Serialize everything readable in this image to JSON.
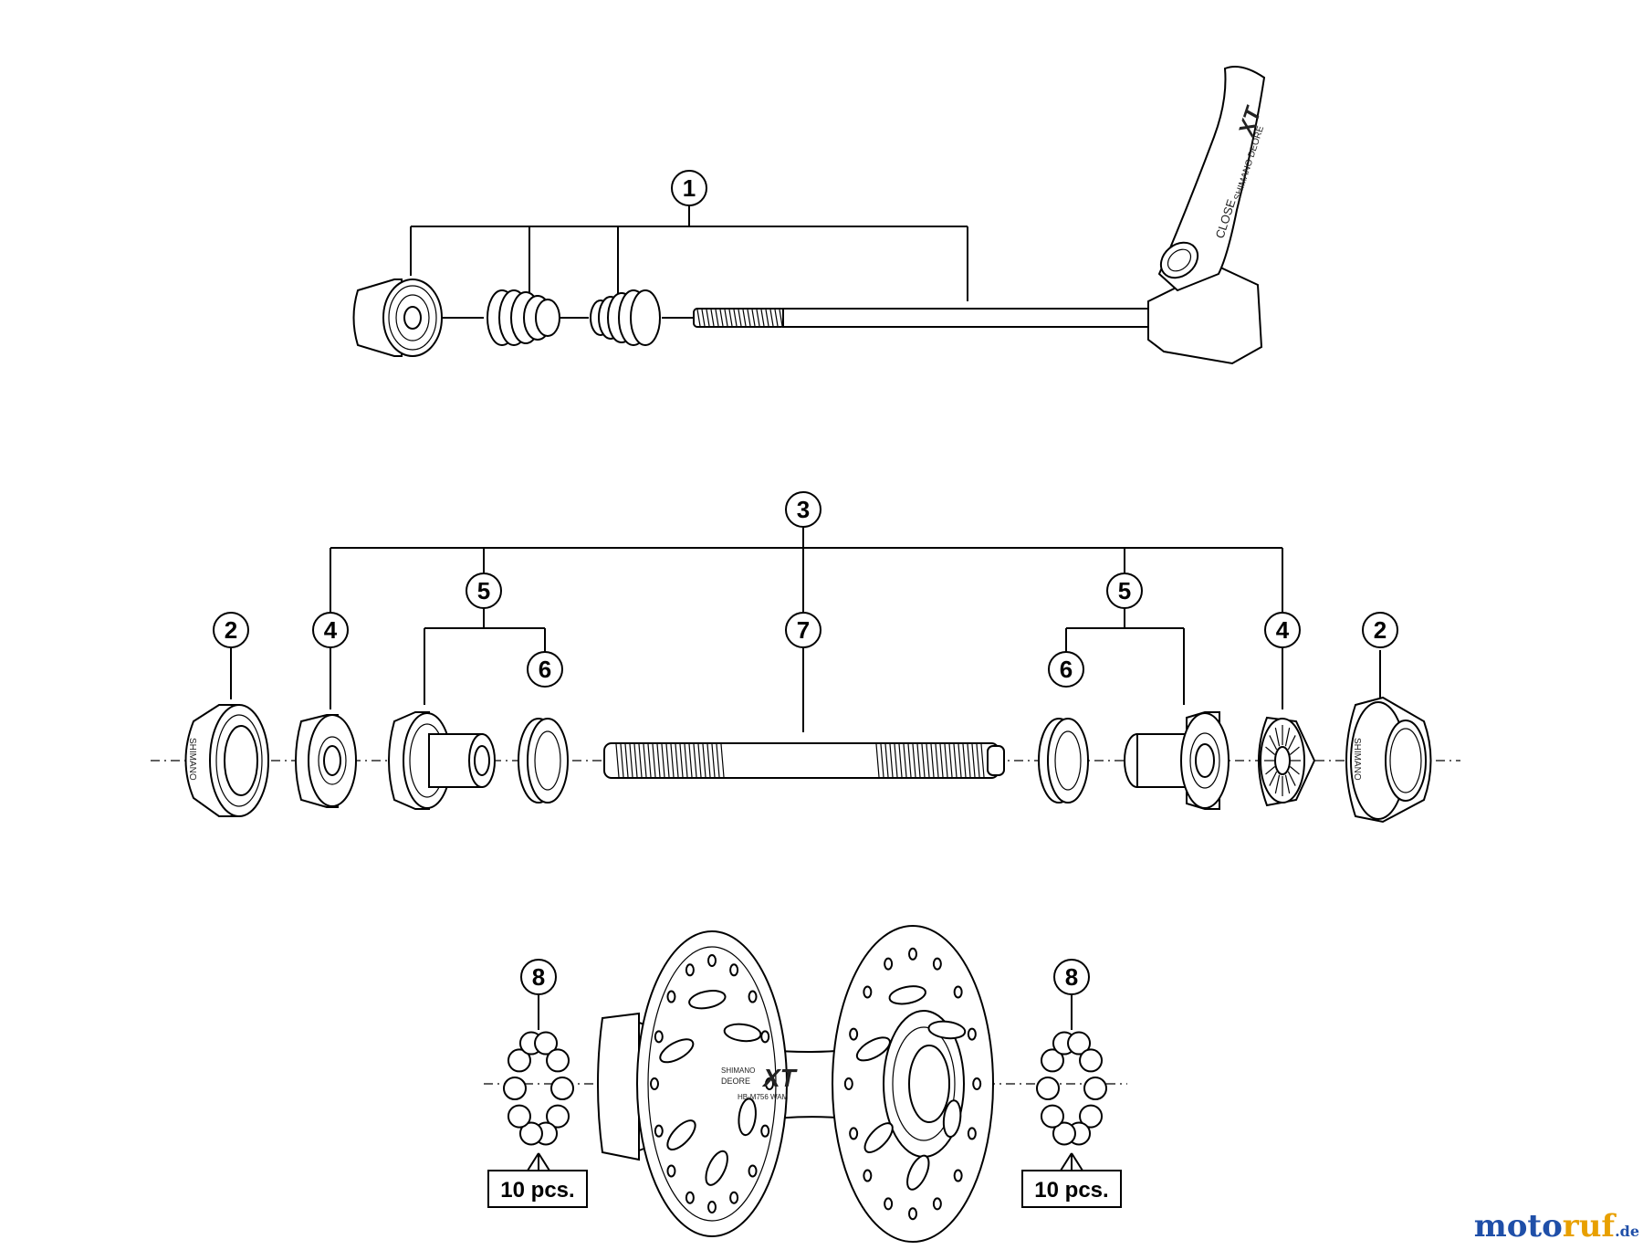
{
  "callouts": {
    "c1": "1",
    "c2a": "2",
    "c2b": "2",
    "c3": "3",
    "c4a": "4",
    "c4b": "4",
    "c5a": "5",
    "c5b": "5",
    "c6a": "6",
    "c6b": "6",
    "c7": "7",
    "c8a": "8",
    "c8b": "8"
  },
  "pcs_labels": {
    "left": "10 pcs.",
    "right": "10 pcs."
  },
  "lever_text": {
    "close": "CLOSE",
    "brand": "SHIMANO DEORE",
    "model": "XT"
  },
  "hub_text": {
    "brand": "SHIMANO",
    "series": "DEORE",
    "model": "XT",
    "code": "HB-M756 WAM"
  },
  "cone_text": {
    "left": "SHIMANO",
    "right": "SHIMANO"
  },
  "watermark": {
    "part1": "moto",
    "part2": "ruf",
    "suffix": ".de"
  }
}
